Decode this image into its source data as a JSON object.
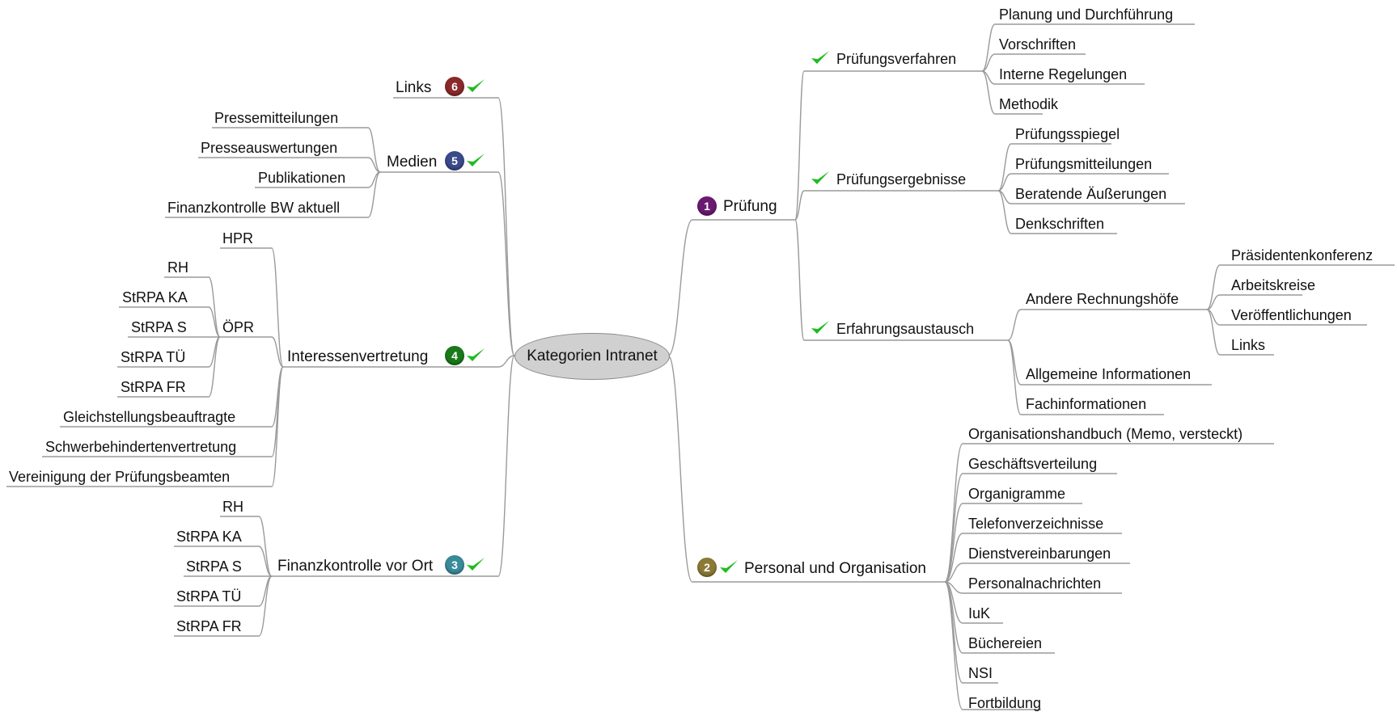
{
  "center": "Kategorien Intranet",
  "colors": {
    "line": "#9a9a9a",
    "check": "#22bb22",
    "badge1": "#6a1a72",
    "badge2": "#8a7a35",
    "badge3": "#3a8a9a",
    "badge4": "#1a7a1a",
    "badge5": "#3a4a8a",
    "badge6": "#8a2a2a"
  },
  "right": {
    "pruefung": {
      "label": "Prüfung",
      "badge": "1",
      "verfahren": {
        "label": "Prüfungsverfahren",
        "items": [
          "Planung und Durchführung",
          "Vorschriften",
          "Interne Regelungen",
          "Methodik"
        ]
      },
      "ergebnisse": {
        "label": "Prüfungsergebnisse",
        "items": [
          "Prüfungsspiegel",
          "Prüfungsmitteilungen",
          "Beratende Äußerungen",
          "Denkschriften"
        ]
      },
      "austausch": {
        "label": "Erfahrungsaustausch",
        "andere": {
          "label": "Andere Rechnungshöfe",
          "items": [
            "Präsidentenkonferenz",
            "Arbeitskreise",
            "Veröffentlichungen",
            "Links"
          ]
        },
        "items": [
          "Allgemeine Informationen",
          "Fachinformationen"
        ]
      }
    },
    "personal": {
      "label": "Personal und Organisation",
      "badge": "2",
      "items": [
        "Organisationshandbuch (Memo, versteckt)",
        "Geschäftsverteilung",
        "Organigramme",
        "Telefonverzeichnisse",
        "Dienstvereinbarungen",
        "Personalnachrichten",
        "IuK",
        "Büchereien",
        "NSI",
        "Fortbildung"
      ]
    }
  },
  "left": {
    "links": {
      "label": "Links",
      "badge": "6"
    },
    "medien": {
      "label": "Medien",
      "badge": "5",
      "items": [
        "Pressemitteilungen",
        "Presseauswertungen",
        "Publikationen",
        "Finanzkontrolle BW aktuell"
      ]
    },
    "interessen": {
      "label": "Interessenvertretung",
      "badge": "4",
      "hpr": "HPR",
      "opr": {
        "label": "ÖPR",
        "items": [
          "RH",
          "StRPA KA",
          "StRPA S",
          "StRPA TÜ",
          "StRPA FR"
        ]
      },
      "items": [
        "Gleichstellungsbeauftragte",
        "Schwerbehindertenvertretung",
        "Vereinigung der Prüfungsbeamten"
      ]
    },
    "finanz": {
      "label": "Finanzkontrolle vor Ort",
      "badge": "3",
      "items": [
        "RH",
        "StRPA KA",
        "StRPA S",
        "StRPA TÜ",
        "StRPA FR"
      ]
    }
  }
}
